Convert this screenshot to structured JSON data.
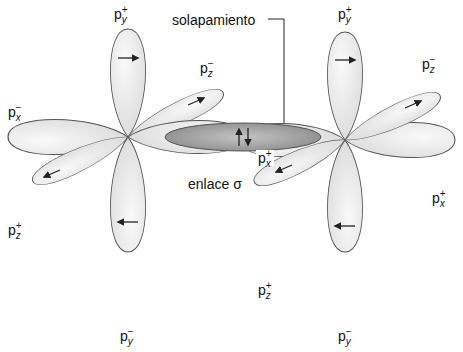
{
  "diagram": {
    "labels": [
      "solapamiento",
      "py+",
      "py+",
      "pz−",
      "pz−",
      "px+",
      "px−",
      "enlace σ",
      "px+",
      "pz+",
      "pz+",
      "py−",
      "py−"
    ]
  }
}
